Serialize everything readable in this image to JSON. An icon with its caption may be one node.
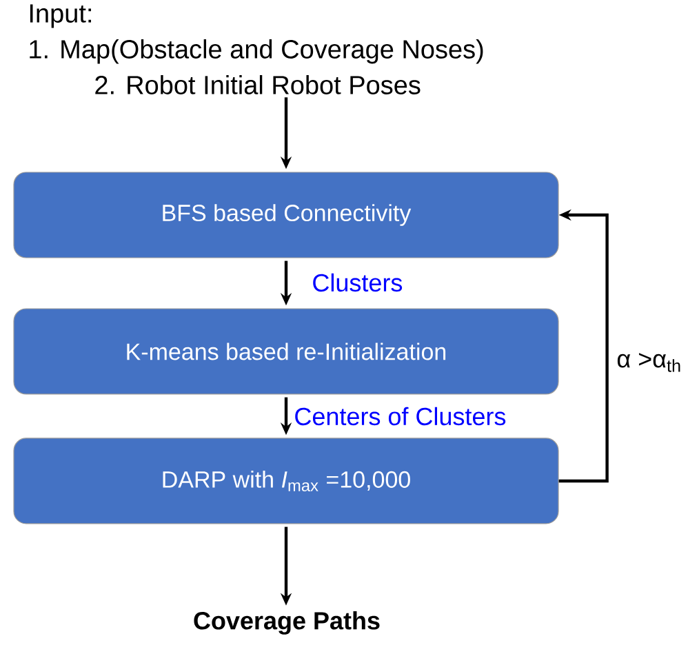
{
  "diagram": {
    "nodes": [
      {
        "text": [
          "Input:",
          "1. Map(Obstacle and Coverage Noses)",
          "2. Robot Initial Robot Poses"
        ]
      },
      {
        "text": [
          "BFS based Connectivity"
        ]
      },
      {
        "text": [
          "K-means based re-Initialization"
        ]
      },
      {
        "text": [
          "DARP with *I*$_{max}$ =10,000"
        ]
      },
      {
        "text": [
          "Coverage Paths"
        ]
      }
    ],
    "edges": [
      {
        "from": 0,
        "to": 1,
        "arrow": "to"
      },
      {
        "from": 1,
        "to": 2,
        "arrow": "to",
        "label": "Clusters"
      },
      {
        "from": 2,
        "to": 3,
        "arrow": "to",
        "label": "Centers of Clusters"
      },
      {
        "from": 3,
        "to": 4,
        "arrow": "to"
      },
      {
        "from": 3,
        "to": 1,
        "arrow": "to",
        "label": "α >α$_{th}$"
      }
    ]
  }
}
